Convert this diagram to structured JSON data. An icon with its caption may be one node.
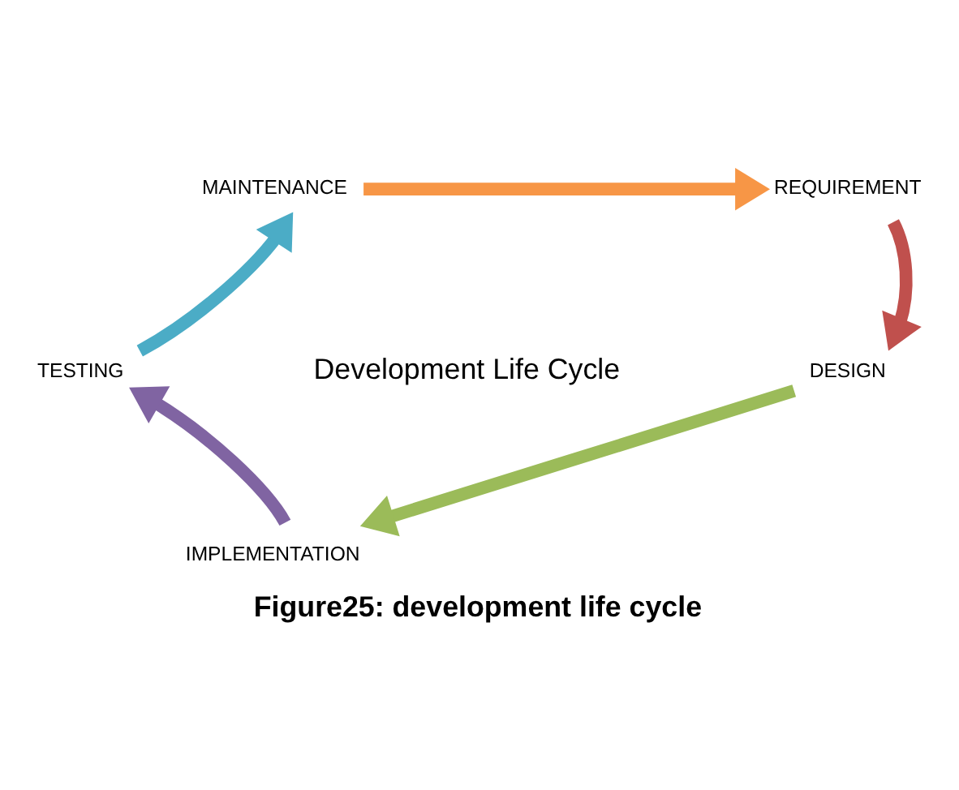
{
  "diagram": {
    "caption": "Figure25: development life cycle",
    "nodes": [
      {
        "text": [
          "MAINTENANCE"
        ]
      },
      {
        "text": [
          "REQUIREMENT"
        ]
      },
      {
        "text": [
          "DESIGN"
        ]
      },
      {
        "text": [
          "IMPLEMENTATION"
        ]
      },
      {
        "text": [
          "TESTING"
        ]
      }
    ],
    "edges": [
      {
        "from": 0,
        "to": 1,
        "arrow": "to",
        "color": "#f79646"
      },
      {
        "from": 1,
        "to": 2,
        "arrow": "to",
        "color": "#c0504d"
      },
      {
        "from": 2,
        "to": 3,
        "arrow": "to",
        "color": "#9bbb59"
      },
      {
        "from": 3,
        "to": 4,
        "arrow": "to",
        "color": "#8064a2"
      },
      {
        "from": 4,
        "to": 0,
        "arrow": "to",
        "color": "#4bacc6"
      }
    ],
    "labels": [
      "Development Life Cycle"
    ]
  }
}
